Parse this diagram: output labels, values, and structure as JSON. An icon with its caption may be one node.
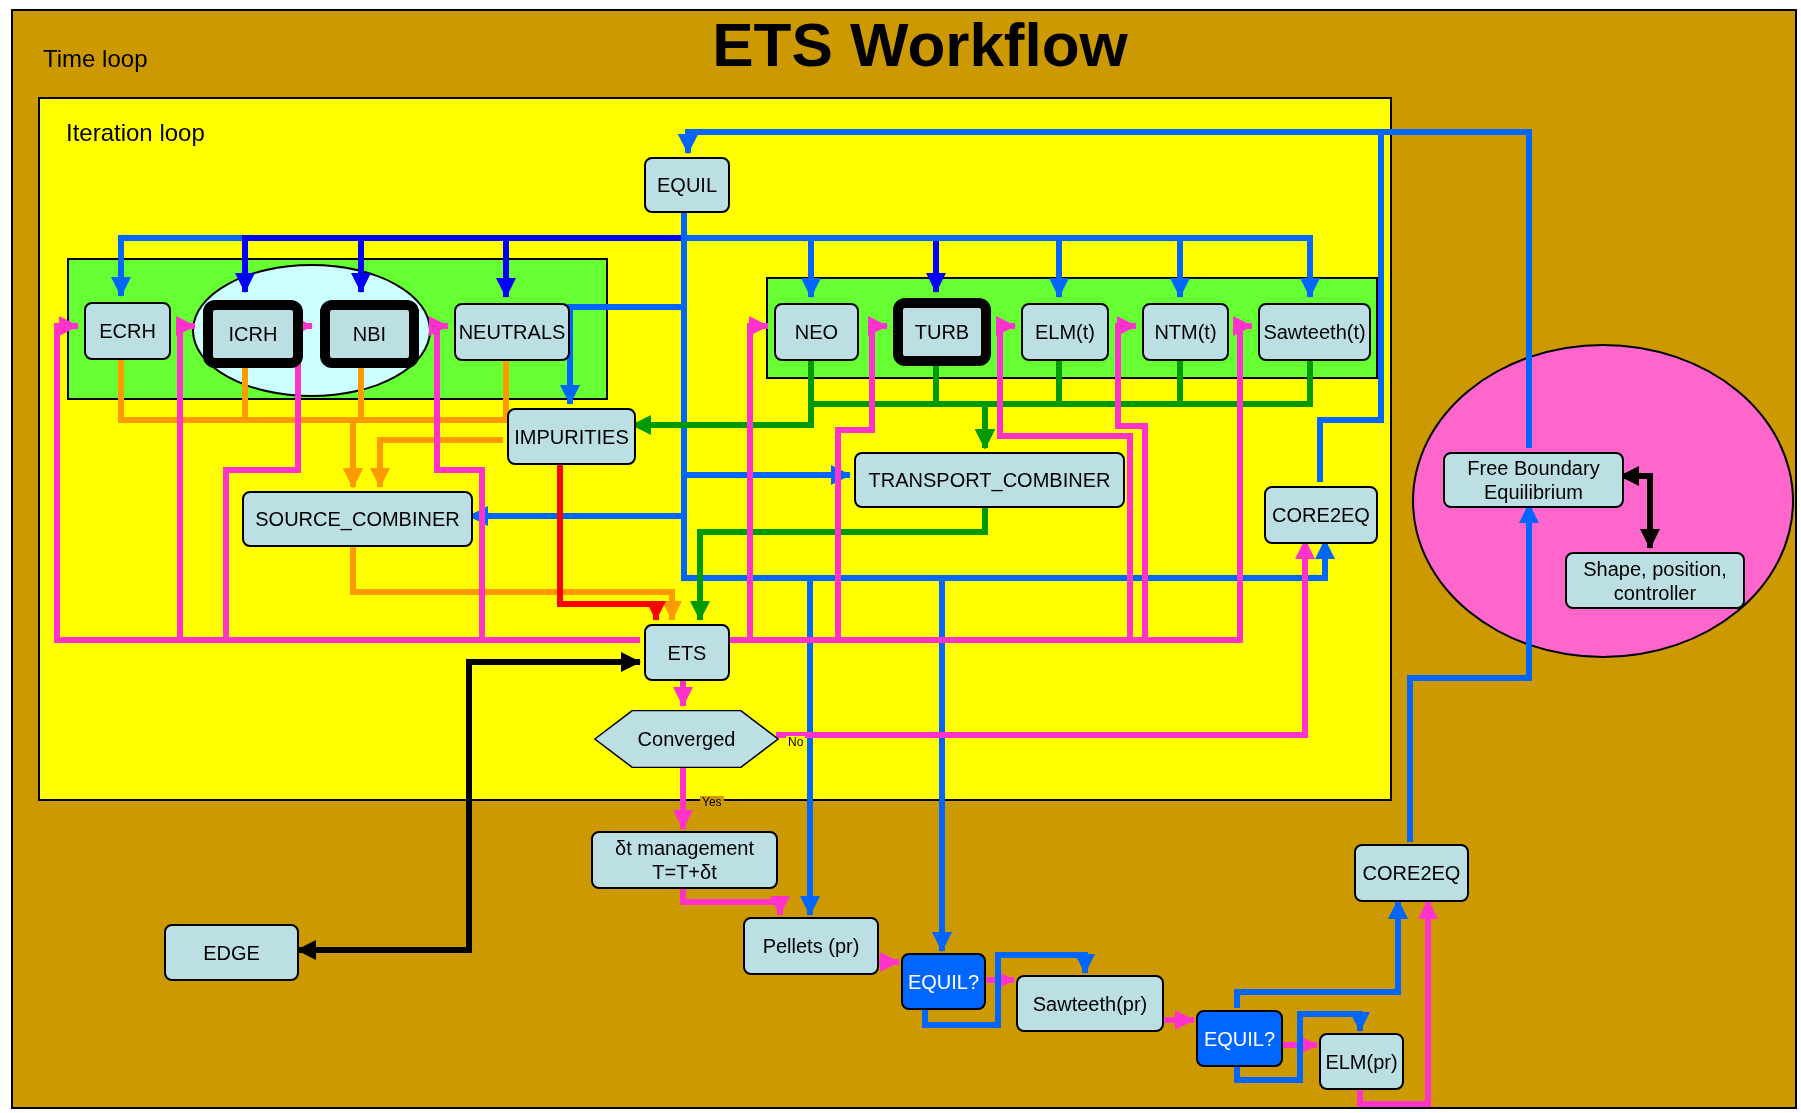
{
  "diagram": {
    "title": "ETS Workflow",
    "nodes": [
      {
        "text": [
          "Time loop"
        ]
      },
      {
        "text": [
          "Iteration loop"
        ],
        "in": 0
      },
      {
        "text": [],
        "shape": "box",
        "in": 1
      },
      {
        "text": [],
        "shape": "ellipse",
        "in": 2
      },
      {
        "text": [
          "ECRH"
        ],
        "in": 2
      },
      {
        "text": [
          "ICRH"
        ],
        "in": 3
      },
      {
        "text": [
          "NBI"
        ],
        "in": 3
      },
      {
        "text": [
          "NEUTRALS"
        ],
        "in": 2
      },
      {
        "text": [],
        "shape": "box",
        "in": 1
      },
      {
        "text": [
          "NEO"
        ],
        "in": 8
      },
      {
        "text": [
          "TURB"
        ],
        "in": 8
      },
      {
        "text": [
          "ELM(t)"
        ],
        "in": 8
      },
      {
        "text": [
          "NTM(t)"
        ],
        "in": 8
      },
      {
        "text": [
          "Sawteeth(t)"
        ],
        "in": 8
      },
      {
        "text": [
          "EQUIL"
        ],
        "in": 1
      },
      {
        "text": [
          "IMPURITIES"
        ],
        "in": 1
      },
      {
        "text": [
          "TRANSPORT_COMBINER"
        ],
        "in": 1
      },
      {
        "text": [
          "SOURCE_COMBINER"
        ],
        "in": 1
      },
      {
        "text": [
          "CORE2EQ"
        ],
        "in": 1
      },
      {
        "text": [
          "ETS"
        ],
        "in": 1
      },
      {
        "text": [
          "Converged"
        ],
        "in": 1
      },
      {
        "text": [
          "δt management T=T+δt"
        ],
        "in": 0
      },
      {
        "text": [
          "EDGE"
        ],
        "in": 0
      },
      {
        "text": [
          "Pellets (pr)"
        ],
        "in": 0
      },
      {
        "text": [
          "EQUIL?"
        ],
        "in": 0
      },
      {
        "text": [
          "Sawteeth(pr)"
        ],
        "in": 0
      },
      {
        "text": [
          "EQUIL?"
        ],
        "in": 0
      },
      {
        "text": [
          "ELM(pr)"
        ],
        "in": 0
      },
      {
        "text": [
          "CORE2EQ"
        ],
        "in": 0
      },
      {
        "text": [],
        "shape": "ellipse",
        "in": 0
      },
      {
        "text": [
          "Free Boundary Equilibrium"
        ],
        "in": 29
      },
      {
        "text": [
          "Shape, position, controller"
        ],
        "in": 29
      }
    ],
    "edges": [
      {
        "from": 14,
        "to": 4,
        "arrow": "to",
        "color": "#0066ff"
      },
      {
        "from": 14,
        "to": 5,
        "arrow": "to",
        "color": "#0000ff"
      },
      {
        "from": 14,
        "to": 6,
        "arrow": "to",
        "color": "#0000ff"
      },
      {
        "from": 14,
        "to": 7,
        "arrow": "to",
        "color": "#0000ff"
      },
      {
        "from": 14,
        "to": 9,
        "arrow": "to",
        "color": "#0066ff"
      },
      {
        "from": 14,
        "to": 10,
        "arrow": "to",
        "color": "#0000ff"
      },
      {
        "from": 14,
        "to": 11,
        "arrow": "to",
        "color": "#0066ff"
      },
      {
        "from": 14,
        "to": 12,
        "arrow": "to",
        "color": "#0066ff"
      },
      {
        "from": 14,
        "to": 13,
        "arrow": "to",
        "color": "#0066ff"
      },
      {
        "from": 14,
        "to": 15,
        "arrow": "to",
        "color": "#0066ff"
      },
      {
        "from": 14,
        "to": 16,
        "arrow": "to",
        "color": "#0066ff"
      },
      {
        "from": 14,
        "to": 17,
        "arrow": "to",
        "color": "#0066ff"
      },
      {
        "from": 14,
        "to": 23,
        "arrow": "to",
        "color": "#0066ff"
      },
      {
        "from": 14,
        "to": 24,
        "arrow": "to",
        "color": "#0066ff"
      },
      {
        "from": 14,
        "to": 18,
        "arrow": "to",
        "color": "#0066ff"
      },
      {
        "from": 18,
        "to": 14,
        "arrow": "to",
        "color": "#0066ff"
      },
      {
        "from": 30,
        "to": 14,
        "arrow": "to",
        "color": "#0066ff"
      },
      {
        "from": 9,
        "to": 16,
        "arrow": "to",
        "color": "#009900"
      },
      {
        "from": 10,
        "to": 16,
        "arrow": "to",
        "color": "#009900"
      },
      {
        "from": 11,
        "to": 16,
        "arrow": "to",
        "color": "#009900"
      },
      {
        "from": 12,
        "to": 16,
        "arrow": "to",
        "color": "#009900"
      },
      {
        "from": 13,
        "to": 16,
        "arrow": "to",
        "color": "#009900"
      },
      {
        "from": 9,
        "to": 15,
        "arrow": "to",
        "color": "#009900"
      },
      {
        "from": 16,
        "to": 19,
        "arrow": "to",
        "color": "#009900"
      },
      {
        "from": 4,
        "to": 17,
        "arrow": "to",
        "color": "#ff9900"
      },
      {
        "from": 5,
        "to": 17,
        "arrow": "to",
        "color": "#ff9900"
      },
      {
        "from": 6,
        "to": 17,
        "arrow": "to",
        "color": "#ff9900"
      },
      {
        "from": 7,
        "to": 17,
        "arrow": "to",
        "color": "#ff9900"
      },
      {
        "from": 15,
        "to": 17,
        "arrow": "to",
        "color": "#ff9900"
      },
      {
        "from": 17,
        "to": 19,
        "arrow": "to",
        "color": "#ff9900"
      },
      {
        "from": 15,
        "to": 19,
        "arrow": "to",
        "color": "#ff0000"
      },
      {
        "from": 19,
        "to": 4,
        "arrow": "to",
        "color": "#ff33cc"
      },
      {
        "from": 19,
        "to": 5,
        "arrow": "to",
        "color": "#ff33cc"
      },
      {
        "from": 19,
        "to": 6,
        "arrow": "to",
        "color": "#ff33cc"
      },
      {
        "from": 19,
        "to": 7,
        "arrow": "to",
        "color": "#ff33cc"
      },
      {
        "from": 19,
        "to": 9,
        "arrow": "to",
        "color": "#ff33cc"
      },
      {
        "from": 19,
        "to": 10,
        "arrow": "to",
        "color": "#ff33cc"
      },
      {
        "from": 19,
        "to": 11,
        "arrow": "to",
        "color": "#ff33cc"
      },
      {
        "from": 19,
        "to": 12,
        "arrow": "to",
        "color": "#ff33cc"
      },
      {
        "from": 19,
        "to": 13,
        "arrow": "to",
        "color": "#ff33cc"
      },
      {
        "from": 19,
        "to": 20,
        "arrow": "to",
        "color": "#ff33cc"
      },
      {
        "from": 20,
        "to": 21,
        "arrow": "to",
        "label": "Yes",
        "color": "#ff33cc"
      },
      {
        "from": 20,
        "to": 18,
        "arrow": "to",
        "label": "No",
        "color": "#ff33cc"
      },
      {
        "from": 21,
        "to": 23,
        "arrow": "to",
        "color": "#ff33cc"
      },
      {
        "from": 23,
        "to": 24,
        "arrow": "to",
        "color": "#ff33cc"
      },
      {
        "from": 24,
        "to": 25,
        "arrow": "to",
        "color": "#ff33cc"
      },
      {
        "from": 24,
        "to": 25,
        "arrow": "to",
        "color": "#0066ff"
      },
      {
        "from": 25,
        "to": 26,
        "arrow": "to",
        "color": "#ff33cc"
      },
      {
        "from": 26,
        "to": 27,
        "arrow": "to",
        "color": "#ff33cc"
      },
      {
        "from": 26,
        "to": 27,
        "arrow": "to",
        "color": "#0066ff"
      },
      {
        "from": 26,
        "to": 28,
        "arrow": "to",
        "color": "#0066ff"
      },
      {
        "from": 27,
        "to": 28,
        "arrow": "to",
        "color": "#ff33cc"
      },
      {
        "from": 28,
        "to": 30,
        "arrow": "to",
        "color": "#0066ff"
      },
      {
        "from": 30,
        "to": 31,
        "arrow": "both",
        "color": "#000000"
      },
      {
        "from": 19,
        "to": 22,
        "arrow": "both",
        "color": "#000000"
      }
    ]
  }
}
